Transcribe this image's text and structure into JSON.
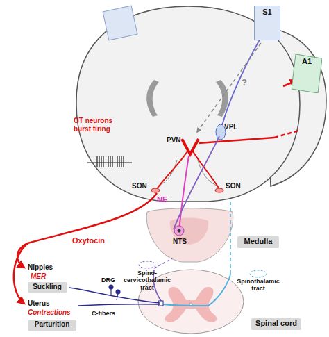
{
  "diagram": {
    "nodes": [
      {
        "text": [
          "S1"
        ]
      },
      {
        "text": [
          "A1"
        ]
      },
      {
        "text": [
          "Medulla"
        ]
      },
      {
        "text": [
          "Suckling"
        ]
      },
      {
        "text": [
          "Spinal cord"
        ]
      },
      {
        "text": [
          "Parturition"
        ]
      }
    ],
    "labels": [
      "?",
      "VPL",
      "OT neurons burst firing",
      "PVN",
      "SON",
      "SON",
      "NE",
      "NTS",
      "Oxytocin",
      "Nipples",
      "MER",
      "Spino-cervicothalamic tract",
      "Spinothalamic tract",
      "DRG",
      "C-fibers",
      "Uterus",
      "Contractions"
    ]
  }
}
